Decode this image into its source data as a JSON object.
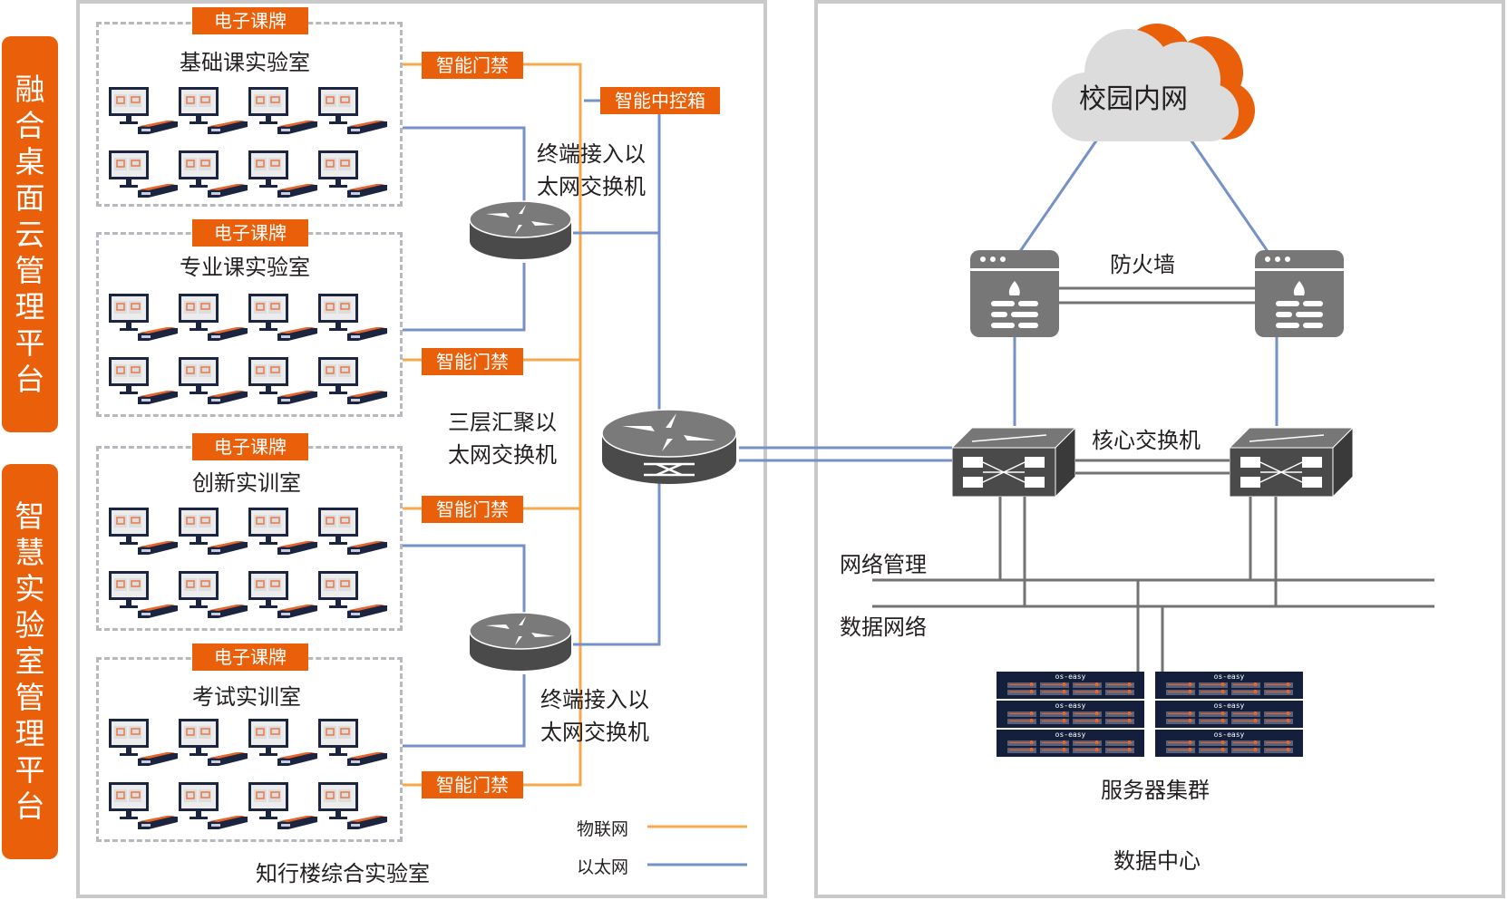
{
  "platforms": [
    {
      "label": [
        "融",
        "合",
        "桌",
        "面",
        "云",
        "管",
        "理",
        "平",
        "台"
      ]
    },
    {
      "label": [
        "智",
        "慧",
        "实",
        "验",
        "室",
        "管",
        "理",
        "平",
        "台"
      ]
    }
  ],
  "left_panel": {
    "title": "知行楼综合实验室",
    "rooms": [
      {
        "tag": "电子课牌",
        "name": "基础课实验室",
        "terminals": 8
      },
      {
        "tag": "电子课牌",
        "name": "专业课实验室",
        "terminals": 8
      },
      {
        "tag": "电子课牌",
        "name": "创新实训室",
        "terminals": 8
      },
      {
        "tag": "电子课牌",
        "name": "考试实训室",
        "terminals": 8
      }
    ],
    "access_control": [
      "智能门禁",
      "智能门禁",
      "智能门禁",
      "智能门禁"
    ],
    "control_box": "智能中控箱",
    "access_switch_top": [
      "终端接入以",
      "太网交换机"
    ],
    "aggregation_switch": [
      "三层汇聚以",
      "太网交换机"
    ],
    "access_switch_bottom": [
      "终端接入以",
      "太网交换机"
    ],
    "legend": [
      {
        "label": "物联网",
        "color": "#f5a94a"
      },
      {
        "label": "以太网",
        "color": "#7591c8"
      }
    ]
  },
  "right_panel": {
    "title": "数据中心",
    "cloud": "校园内网",
    "firewall": "防火墙",
    "core_switch": "核心交换机",
    "bus_management": "网络管理",
    "bus_data": "数据网络",
    "server_cluster": "服务器集群",
    "server_brand": "os-easy",
    "server_count": 6
  },
  "colors": {
    "accent_orange": "#e95f0a",
    "iot_line": "#f5a94a",
    "ethernet_line": "#7591c8",
    "device_gray": "#6f6f6f",
    "frame_gray": "#c9c9cb",
    "server_navy": "#141f3c"
  }
}
